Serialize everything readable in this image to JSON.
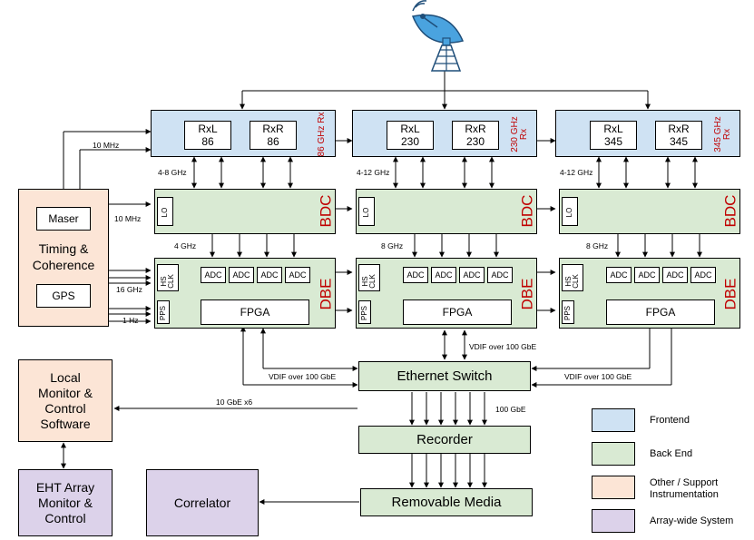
{
  "blocks": [
    {
      "rx_left": "RxL\n86",
      "rx_right": "RxR\n86",
      "rx_band": "86 GHz Rx",
      "if_label": "4-8 GHz",
      "bdc_title": "BDC",
      "lo": "LO",
      "bdc_out_label": "4 GHz",
      "dbe_title": "DBE",
      "hs_clk": "HS\nCLK",
      "adcs": [
        "ADC",
        "ADC",
        "ADC",
        "ADC"
      ],
      "fpga": "FPGA",
      "pps": "PPS"
    },
    {
      "rx_left": "RxL\n230",
      "rx_right": "RxR\n230",
      "rx_band": "230 GHz\nRx",
      "if_label": "4-12 GHz",
      "bdc_title": "BDC",
      "lo": "LO",
      "bdc_out_label": "8 GHz",
      "dbe_title": "DBE",
      "hs_clk": "HS\nCLK",
      "adcs": [
        "ADC",
        "ADC",
        "ADC",
        "ADC"
      ],
      "fpga": "FPGA",
      "pps": "PPS"
    },
    {
      "rx_left": "RxL\n345",
      "rx_right": "RxR\n345",
      "rx_band": "345 GHz\nRx",
      "if_label": "4-12 GHz",
      "bdc_title": "BDC",
      "lo": "LO",
      "bdc_out_label": "8 GHz",
      "dbe_title": "DBE",
      "hs_clk": "HS\nCLK",
      "adcs": [
        "ADC",
        "ADC",
        "ADC",
        "ADC"
      ],
      "fpga": "FPGA",
      "pps": "PPS"
    }
  ],
  "timing": {
    "title": "Timing &\nCoherence",
    "maser": "Maser",
    "gps": "GPS"
  },
  "signals": {
    "ref_10mhz_rx": "10 MHz",
    "ref_10mhz_lo": "10 MHz",
    "hs_clk_16ghz": "16 GHz",
    "pps_1hz": "1 Hz",
    "vdif_left": "VDIF over 100 GbE",
    "vdif_mid": "VDIF over 100 GbE",
    "vdif_right": "VDIF over 100 GbE",
    "gbe_x6": "10 GbE x6",
    "gbe_100": "100 GbE"
  },
  "ethernet_switch": "Ethernet Switch",
  "recorder": "Recorder",
  "removable_media": "Removable Media",
  "local_monitor": "Local\nMonitor &\nControl\nSoftware",
  "eht_array": "EHT Array\nMonitor &\nControl",
  "correlator": "Correlator",
  "legend": [
    {
      "label": "Frontend",
      "color": "#cfe2f3"
    },
    {
      "label": "Back End",
      "color": "#d9ead3"
    },
    {
      "label": "Other / Support\nInstrumentation",
      "color": "#fce5d6"
    },
    {
      "label": "Array-wide System",
      "color": "#dcd2ea"
    }
  ],
  "icons": {
    "antenna": "radio-dish-icon"
  }
}
